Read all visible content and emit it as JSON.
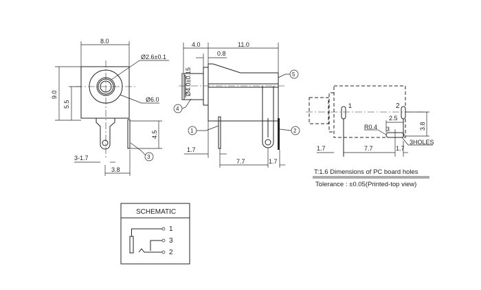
{
  "front_view": {
    "width": "8.0",
    "height": "9.0",
    "center_height": "5.5",
    "hole_diameter": "Ø2.6±0.1",
    "outer_diameter": "Ø6.0",
    "pin_length": "4.5",
    "pin_width": "3-1.7",
    "pin_spacing": "3.8",
    "callout": "3"
  },
  "side_view": {
    "barrel_length": "4.0",
    "body_length": "11.0",
    "flange": "0.8",
    "barrel_diameter": "Ø4.0±0.15",
    "offset_left": "1.7",
    "pin_spacing": "7.7",
    "offset_right": "1.7",
    "callouts": [
      "1",
      "2",
      "4",
      "5"
    ]
  },
  "pcb_view": {
    "hole1": "1",
    "hole2": "2",
    "hole3": "3",
    "radius": "R0.4",
    "spacing_small": "2.5",
    "height": "3.8",
    "holes": "3HOLES",
    "offset_left": "1.7",
    "pin_spacing": "7.7",
    "offset_right": "1.7",
    "title": "T:1.6 Dimensions of PC board holes",
    "tolerance": "Tolerance : ±0.05(Printed-top view)"
  },
  "schematic": {
    "title": "SCHEMATIC",
    "pins": [
      "1",
      "3",
      "2"
    ]
  }
}
